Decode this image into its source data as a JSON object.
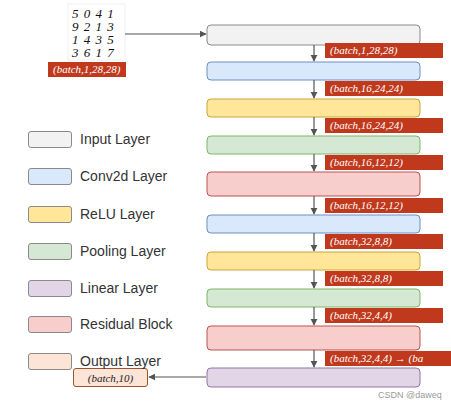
{
  "diagram": {
    "nodes": [
      {
        "text": [
          "(batch,1,28,28)"
        ]
      },
      {
        "text": [
          "(batch,1,28,28)"
        ]
      },
      {
        "text": [
          "(batch,16,24,24)"
        ]
      },
      {
        "text": [
          "(batch,16,24,24)"
        ]
      },
      {
        "text": [
          "(batch,16,12,12)"
        ]
      },
      {
        "text": [
          "(batch,16,12,12)"
        ]
      },
      {
        "text": [
          "(batch,32,8,8)"
        ]
      },
      {
        "text": [
          "(batch,32,8,8)"
        ]
      },
      {
        "text": [
          "(batch,32,4,4)"
        ]
      },
      {
        "text": [
          "(batch,32,4,4) → (ba"
        ]
      },
      {
        "text": [
          "(batch,10)"
        ]
      }
    ],
    "labels": [
      "5 0 4 1",
      "9 2 1 3",
      "1 4 3 5",
      "3 6 1 7",
      "CSDN @daweq"
    ],
    "legend": [
      {
        "text": "Input Layer",
        "color": "#f2f2f2"
      },
      {
        "text": "Conv2d Layer",
        "color": "#dae8fc"
      },
      {
        "text": "ReLU Layer",
        "color": "#ffe699"
      },
      {
        "text": "Pooling Layer",
        "color": "#d5e8d4"
      },
      {
        "text": "Linear Layer",
        "color": "#e1d5e7"
      },
      {
        "text": "Residual Block",
        "color": "#f8cecc"
      },
      {
        "text": "Output Layer",
        "color": "#fce4d6"
      }
    ]
  }
}
